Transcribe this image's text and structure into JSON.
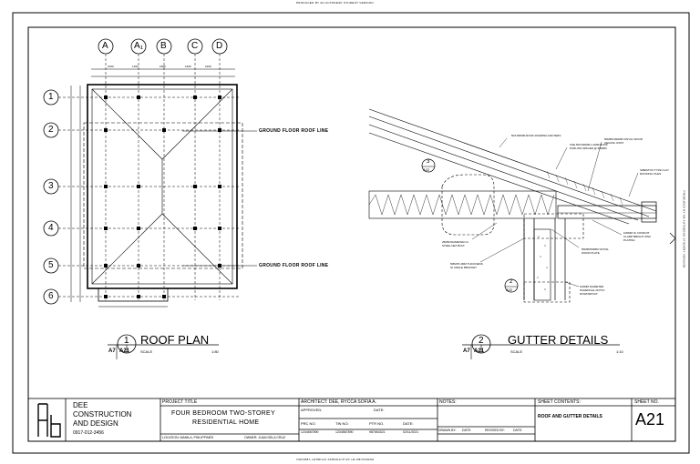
{
  "watermark": "PRODUCED BY AN AUTODESK STUDENT VERSION",
  "roof_plan": {
    "grid_cols": [
      "A",
      "A₁",
      "B",
      "C",
      "D"
    ],
    "grid_rows": [
      "1",
      "2",
      "3",
      "4",
      "5",
      "6"
    ],
    "callout_top": "GROUND FLOOR ROOF LINE",
    "callout_bottom": "GROUND FLOOR ROOF LINE",
    "title": "ROOF PLAN",
    "number": "1",
    "sheet": "A21",
    "ref": "A7",
    "scale_label": "SCALE",
    "scale_value": "1:80"
  },
  "gutter": {
    "notes": [
      "50X150MM ROOF FRAMING RAFTERS",
      "USE 50X100MM 1.2MM ROOF PURLINS SPACED @ 600MM",
      "50MMX150MM VINYAL WOOD CEILING JOIST",
      "25MM DIAMETER GI STEEL HEX BOLT",
      "50MMX50MM VINYAL WOOD PLATE",
      "SIBESTOS TYPE CLAY ROOFING TILES",
      "100MM GI CONDUIT CLAMP BRIGHT ZINC PLATING",
      "5MMX5.4MM THICKNESS GI ANGLE BRACKET",
      "100MM DIAMETER SCHEDULE 40 PVC DOWNSPOUT"
    ],
    "section_tag": "3",
    "section_sheet": "A22",
    "section_tag2": "2",
    "section_sheet2": "A22",
    "title": "GUTTER DETAILS",
    "number": "2",
    "sheet": "A21",
    "ref": "A7",
    "scale_label": "SCALE",
    "scale_value": "1:10"
  },
  "title_block": {
    "company_line1": "DEE",
    "company_line2": "CONSTRUCTION",
    "company_line3": "AND DESIGN",
    "company_phone": "0917-012-3456",
    "project_title_label": "PROJECT TITLE",
    "project_title_line1": "FOUR BEDROOM TWO-STOREY",
    "project_title_line2": "RESIDENTIAL HOME",
    "location": "LOCATION: MANILA, PHILIPPINES",
    "owner": "OWNER: JUAN DELA CRUZ",
    "architect": "ARCHITECT: DEE, RYCCA SOFIA A.",
    "approved_label": "APPROVED:",
    "date_label": "DATE:",
    "prc_label": "PRC NO.",
    "tin_label": "TIN NO.",
    "ptr_label": "PTR NO.",
    "date2_label": "DATE:",
    "prc_no": "1234567890",
    "tin_no": "1234567890",
    "ptr_no": "987654321",
    "date_value": "02/11/2021",
    "notes_label": "NOTES:",
    "drawn_by": "DRAWN BY:",
    "checked_date": "DATE:",
    "revised_by": "REVISED BY:",
    "revised_date": "DATE:",
    "sheet_contents_label": "SHEET CONTENTS:",
    "sheet_contents": "ROOF AND GUTTER DETAILS",
    "sheet_no_label": "SHEET NO.",
    "sheet_no": "A21"
  }
}
